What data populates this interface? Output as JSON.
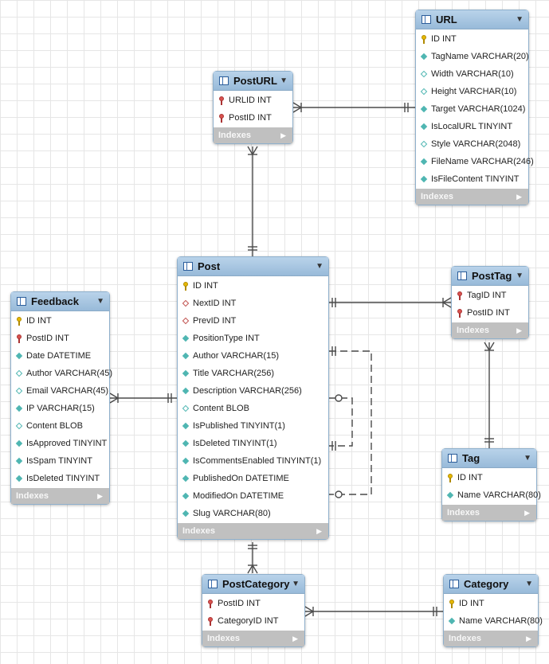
{
  "colors": {
    "header": "#98bad9",
    "border": "#8fb0cc",
    "line": "#555555",
    "indexes_bar": "#c0c0c0"
  },
  "icons": {
    "table": "table-icon",
    "primary_key": "key-icon",
    "foreign_key": "foreign-key-icon",
    "column": "diamond-icon",
    "nullable": "hollow-diamond-icon",
    "dropdown": "triangle-down-icon",
    "indexes": "triangle-right-icon"
  },
  "dropdown_glyph": "▼",
  "indexes_glyph": "▶",
  "entities": {
    "url": {
      "name": "URL",
      "indexes_label": "Indexes",
      "columns": [
        {
          "text": "ID INT",
          "kind": "pk"
        },
        {
          "text": "TagName VARCHAR(20)",
          "kind": "col"
        },
        {
          "text": "Width VARCHAR(10)",
          "kind": "nul"
        },
        {
          "text": "Height VARCHAR(10)",
          "kind": "nul"
        },
        {
          "text": "Target VARCHAR(1024)",
          "kind": "col"
        },
        {
          "text": "IsLocalURL TINYINT",
          "kind": "col"
        },
        {
          "text": "Style VARCHAR(2048)",
          "kind": "nul"
        },
        {
          "text": "FileName VARCHAR(246)",
          "kind": "col"
        },
        {
          "text": "IsFileContent TINYINT",
          "kind": "col"
        }
      ]
    },
    "posturl": {
      "name": "PostURL",
      "indexes_label": "Indexes",
      "columns": [
        {
          "text": "URLID INT",
          "kind": "fk"
        },
        {
          "text": "PostID INT",
          "kind": "fk"
        }
      ]
    },
    "post": {
      "name": "Post",
      "indexes_label": "Indexes",
      "columns": [
        {
          "text": "ID INT",
          "kind": "pk"
        },
        {
          "text": "NextID INT",
          "kind": "nulfk"
        },
        {
          "text": "PrevID INT",
          "kind": "nulfk"
        },
        {
          "text": "PositionType INT",
          "kind": "col"
        },
        {
          "text": "Author VARCHAR(15)",
          "kind": "col"
        },
        {
          "text": "Title VARCHAR(256)",
          "kind": "col"
        },
        {
          "text": "Description VARCHAR(256)",
          "kind": "col"
        },
        {
          "text": "Content BLOB",
          "kind": "nul"
        },
        {
          "text": "IsPublished TINYINT(1)",
          "kind": "col"
        },
        {
          "text": "IsDeleted TINYINT(1)",
          "kind": "col"
        },
        {
          "text": "IsCommentsEnabled TINYINT(1)",
          "kind": "col"
        },
        {
          "text": "PublishedOn DATETIME",
          "kind": "col"
        },
        {
          "text": "ModifiedOn DATETIME",
          "kind": "col"
        },
        {
          "text": "Slug VARCHAR(80)",
          "kind": "col"
        }
      ]
    },
    "posttag": {
      "name": "PostTag",
      "indexes_label": "Indexes",
      "columns": [
        {
          "text": "TagID INT",
          "kind": "fk"
        },
        {
          "text": "PostID INT",
          "kind": "fk"
        }
      ]
    },
    "feedback": {
      "name": "Feedback",
      "indexes_label": "Indexes",
      "columns": [
        {
          "text": "ID INT",
          "kind": "pk"
        },
        {
          "text": "PostID INT",
          "kind": "fk"
        },
        {
          "text": "Date DATETIME",
          "kind": "col"
        },
        {
          "text": "Author VARCHAR(45)",
          "kind": "nul"
        },
        {
          "text": "Email VARCHAR(45)",
          "kind": "nul"
        },
        {
          "text": "IP VARCHAR(15)",
          "kind": "col"
        },
        {
          "text": "Content BLOB",
          "kind": "nul"
        },
        {
          "text": "IsApproved TINYINT",
          "kind": "col"
        },
        {
          "text": "IsSpam TINYINT",
          "kind": "col"
        },
        {
          "text": "IsDeleted TINYINT",
          "kind": "col"
        }
      ]
    },
    "tag": {
      "name": "Tag",
      "indexes_label": "Indexes",
      "columns": [
        {
          "text": "ID INT",
          "kind": "pk"
        },
        {
          "text": "Name VARCHAR(80)",
          "kind": "col"
        }
      ]
    },
    "postcategory": {
      "name": "PostCategory",
      "indexes_label": "Indexes",
      "columns": [
        {
          "text": "PostID INT",
          "kind": "fk"
        },
        {
          "text": "CategoryID INT",
          "kind": "fk"
        }
      ]
    },
    "category": {
      "name": "Category",
      "indexes_label": "Indexes",
      "columns": [
        {
          "text": "ID INT",
          "kind": "pk"
        },
        {
          "text": "Name VARCHAR(80)",
          "kind": "col"
        }
      ]
    }
  }
}
